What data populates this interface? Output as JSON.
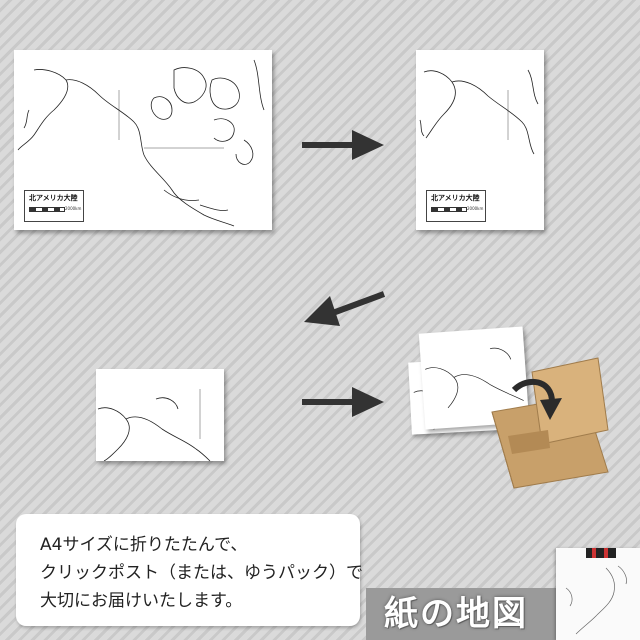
{
  "map_label": "北アメリカ大陸",
  "scale_label": "2000km",
  "caption": {
    "line1": "A4サイズに折りたたんで、",
    "line2": "クリックポスト（または、ゆうパック）で",
    "line3": "大切にお届けいたします。"
  },
  "brand": "紙の地図",
  "colors": {
    "arrow": "#333333",
    "box": "#c8a06a",
    "box_flap": "#d9b27c",
    "turn_arrow": "#2b2b2b",
    "label_bar": "#9a9a9a"
  }
}
